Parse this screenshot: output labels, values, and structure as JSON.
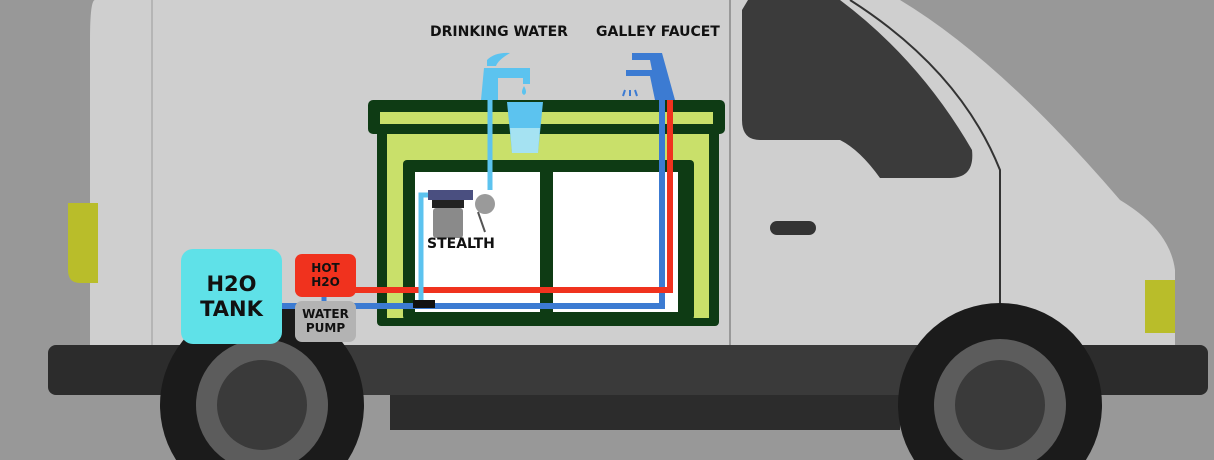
{
  "labels": {
    "drinking_water": "DRINKING WATER",
    "galley_faucet": "GALLEY FAUCET",
    "filter": "STEALTH",
    "tank_line1": "H2O",
    "tank_line2": "TANK",
    "hot_line1": "HOT",
    "hot_line2": "H2O",
    "pump_line1": "WATER",
    "pump_line2": "PUMP"
  },
  "colors": {
    "background": "#989898",
    "van_body": "#cfcfcf",
    "cabinet_dark": "#0e3b14",
    "cabinet_light": "#c9e06a",
    "cold_pipe": "#3c7bd2",
    "filtered_pipe": "#5cc3ef",
    "hot_pipe": "#f0321e",
    "tank": "#5fe1e8",
    "pump": "#b3b3b3"
  }
}
